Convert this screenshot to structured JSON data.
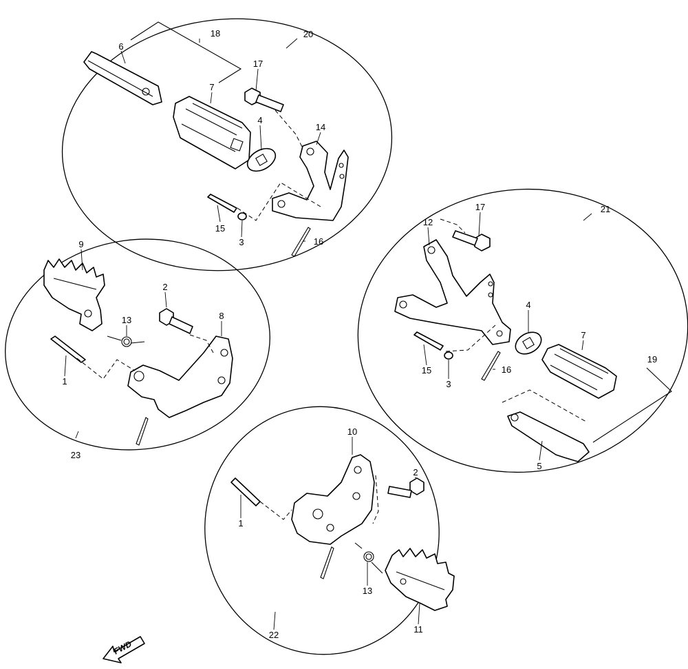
{
  "callouts": {
    "c18": "18",
    "c20": "20",
    "c6": "6",
    "c17a": "17",
    "c7a": "7",
    "c4a": "4",
    "c14": "14",
    "c15a": "15",
    "c3a": "3",
    "c16a": "16",
    "c17b": "17",
    "c12": "12",
    "c21": "21",
    "c4b": "4",
    "c7b": "7",
    "c19": "19",
    "c15b": "15",
    "c3b": "3",
    "c16b": "16",
    "c5": "5",
    "c9": "9",
    "c2a": "2",
    "c13a": "13",
    "c8": "8",
    "c1a": "1",
    "c23": "23",
    "c10": "10",
    "c2b": "2",
    "c1b": "1",
    "c13b": "13",
    "c11": "11",
    "c22": "22"
  },
  "direction_label": "FWD"
}
